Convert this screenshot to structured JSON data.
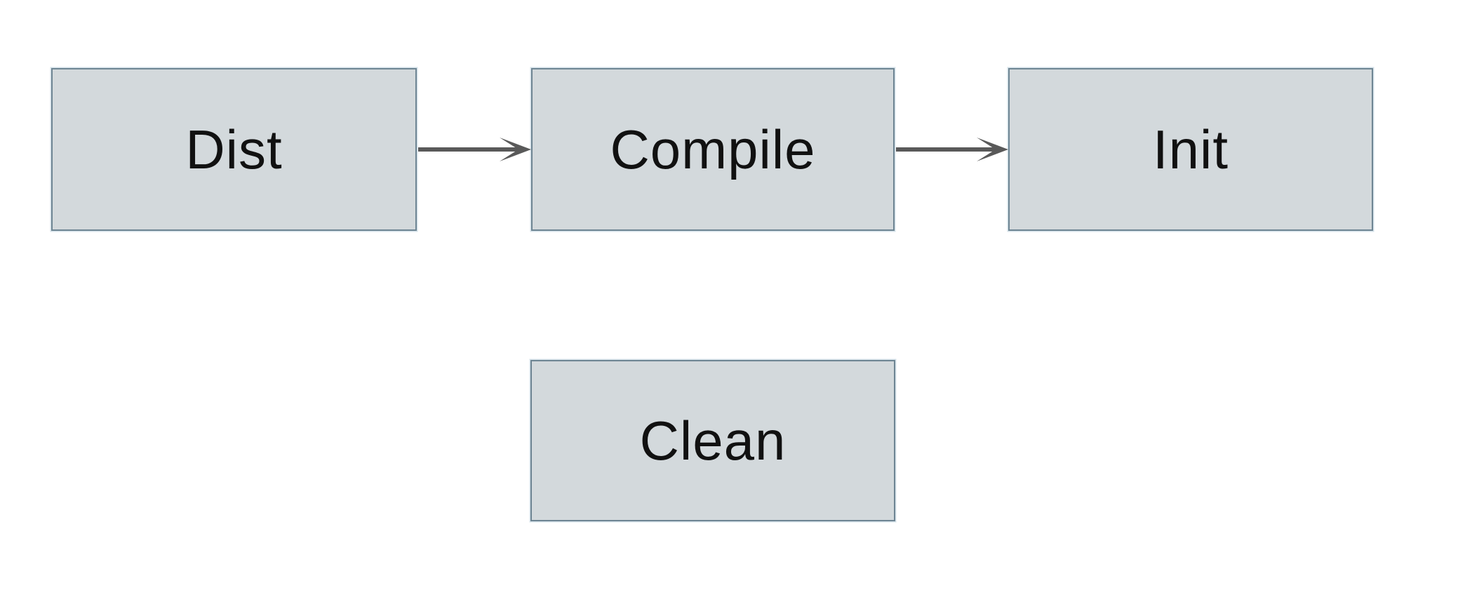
{
  "nodes": [
    {
      "id": "dist",
      "label": "Dist"
    },
    {
      "id": "compile",
      "label": "Compile"
    },
    {
      "id": "init",
      "label": "Init"
    },
    {
      "id": "clean",
      "label": "Clean"
    }
  ],
  "edges": [
    {
      "from": "Dist",
      "to": "Compile"
    },
    {
      "from": "Compile",
      "to": "Init"
    }
  ],
  "colors": {
    "background": "#ffffff",
    "node_fill": "#d3d9dc",
    "node_border": "#6e8593",
    "node_halo": "#b0c8d6",
    "arrow": "#595959",
    "text": "#111111"
  }
}
